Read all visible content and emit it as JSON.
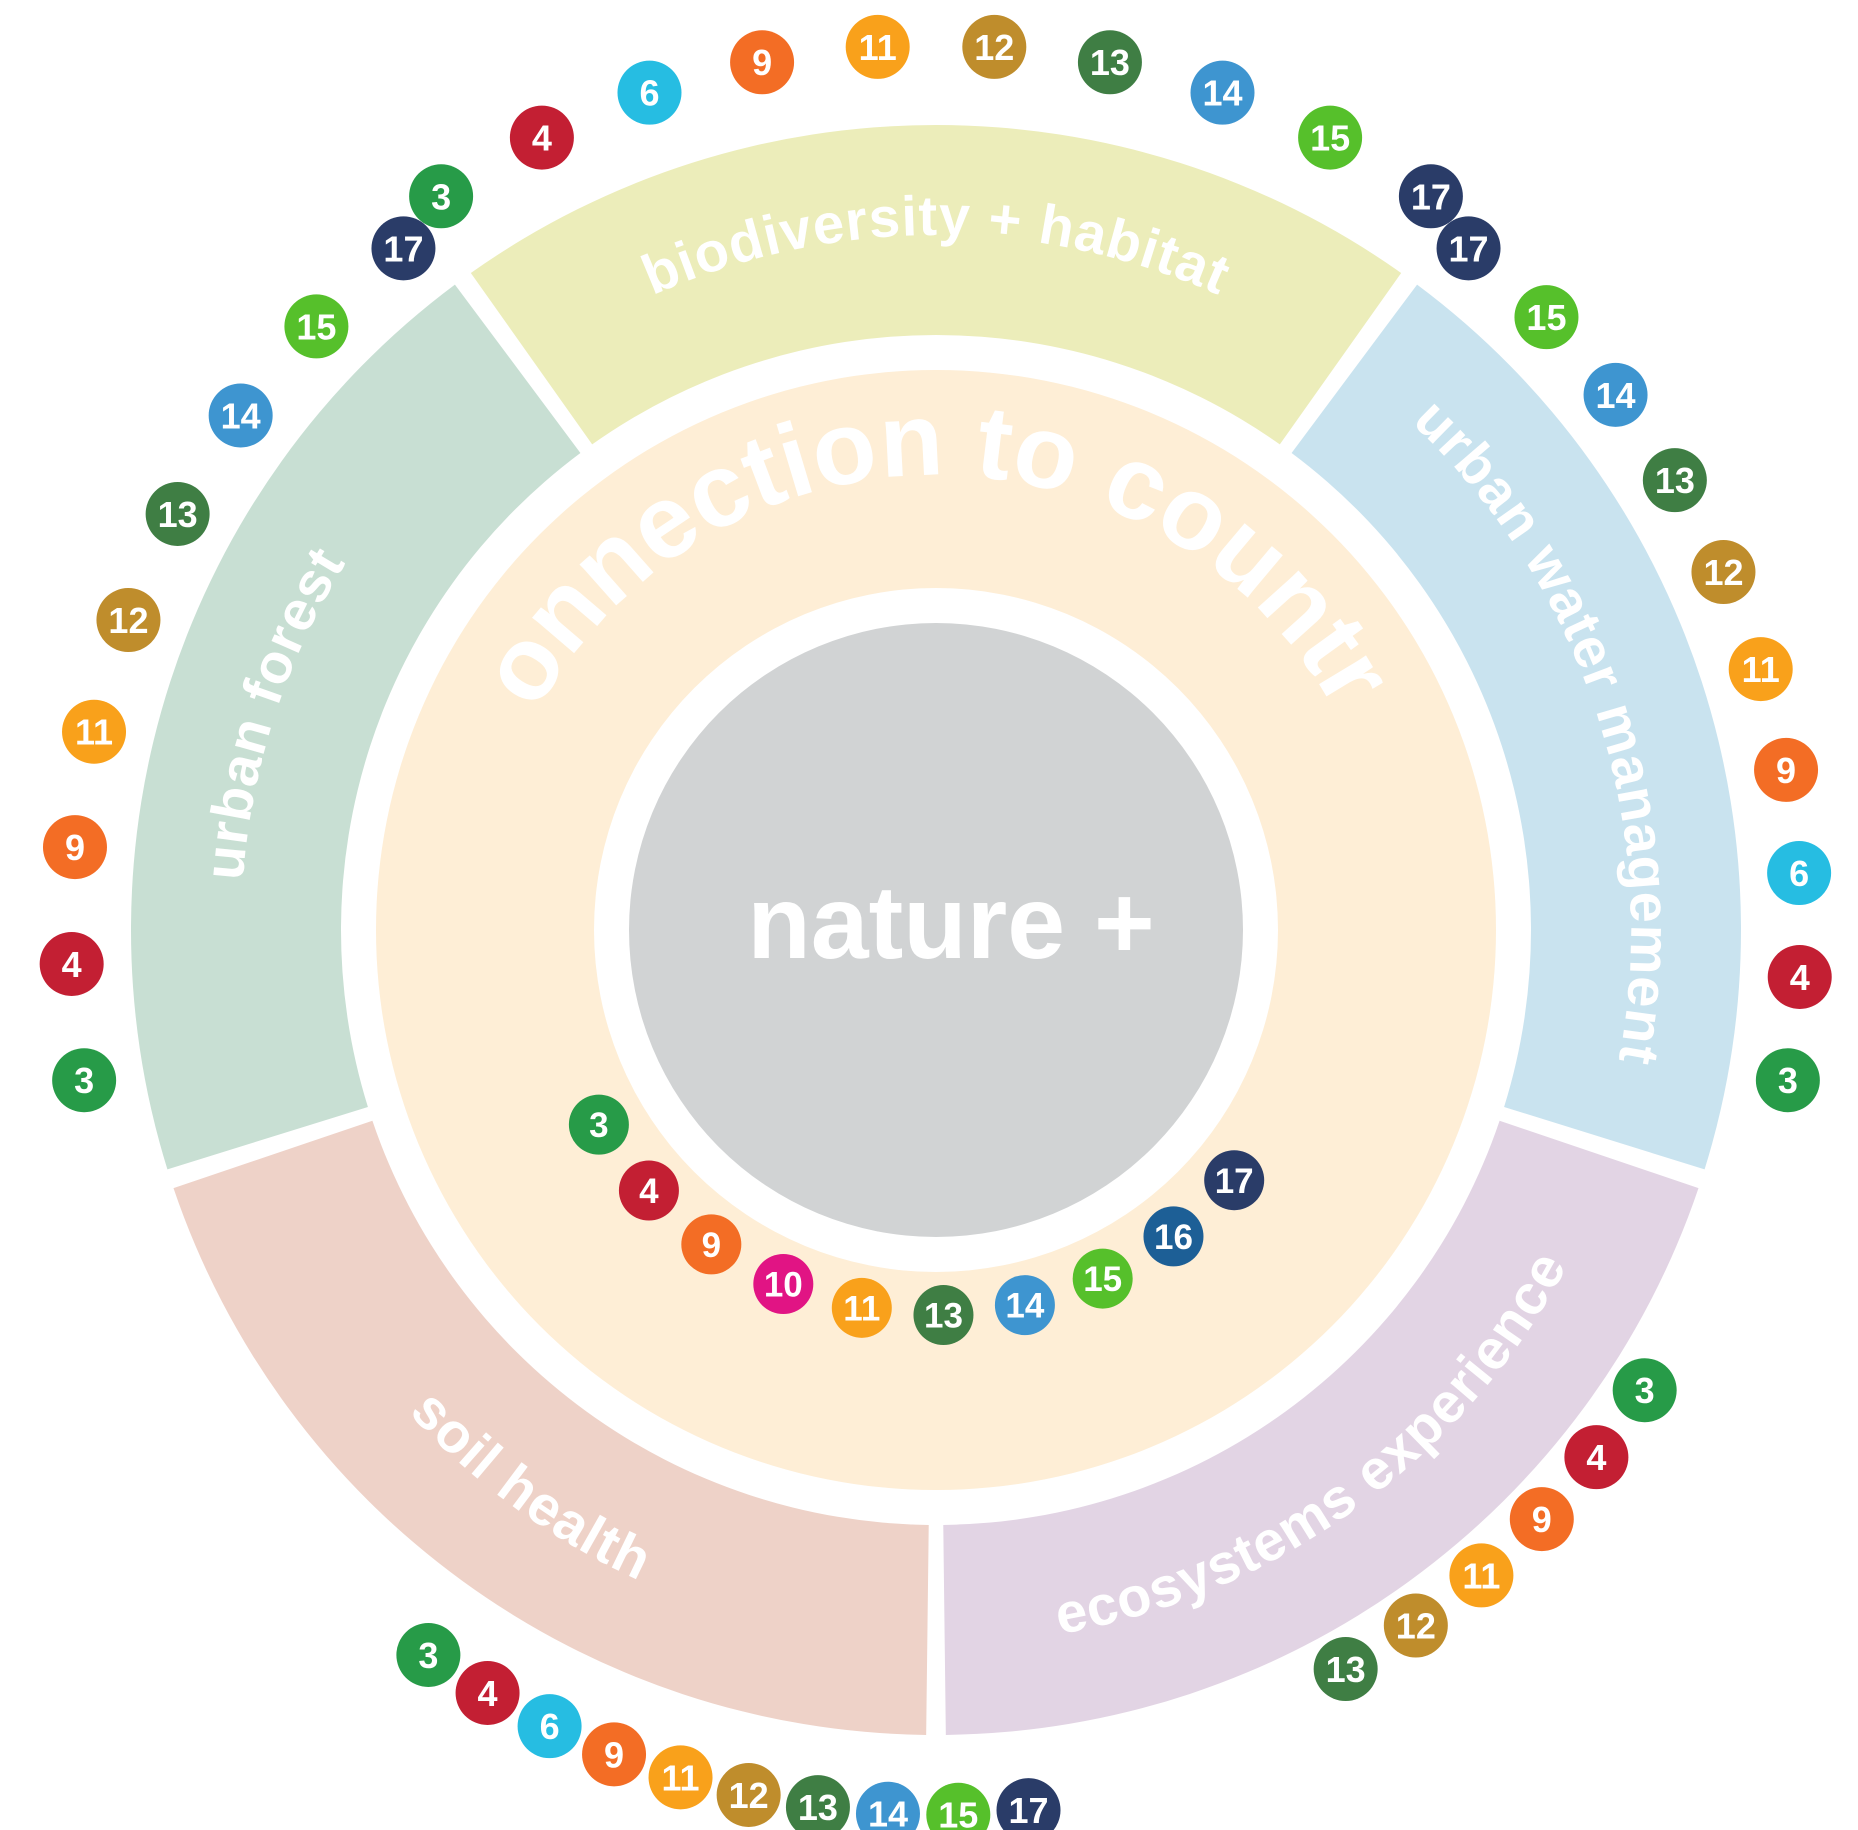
{
  "center": {
    "label": "nature +",
    "fill": "#d1d3d4"
  },
  "ring": {
    "label": "connection to country",
    "fill": "#feeed6"
  },
  "segments": [
    {
      "label": "biodiversity + habitat",
      "fill": "#ecedba",
      "badges": [
        3,
        4,
        6,
        9,
        11,
        12,
        13,
        14,
        15,
        17
      ]
    },
    {
      "label": "urban water management",
      "fill": "#c9e3ef",
      "badges": [
        17,
        15,
        14,
        13,
        12,
        11,
        9,
        6,
        4,
        3
      ]
    },
    {
      "label": "ecosystems experience",
      "fill": "#e2d4e4",
      "badges": [
        3,
        4,
        9,
        11,
        12,
        13
      ]
    },
    {
      "label": "soil health",
      "fill": "#eed2c8",
      "badges": [
        3,
        4,
        6,
        9,
        11,
        12,
        13,
        14,
        15,
        17
      ]
    },
    {
      "label": "urban forest",
      "fill": "#c8dfd3",
      "badges": [
        17,
        15,
        14,
        13,
        12,
        11,
        9,
        4,
        3
      ]
    }
  ],
  "ring_badges": [
    3,
    4,
    9,
    10,
    11,
    13,
    14,
    15,
    16,
    17
  ],
  "sdg_colors": {
    "3": "#279b48",
    "4": "#c31f33",
    "6": "#26bde2",
    "9": "#f36d25",
    "10": "#e11484",
    "11": "#f9a11b",
    "12": "#bf8d2c",
    "13": "#3f7e44",
    "14": "#3e95d0",
    "15": "#56c02b",
    "16": "#1d5f96",
    "17": "#2a3c68"
  }
}
